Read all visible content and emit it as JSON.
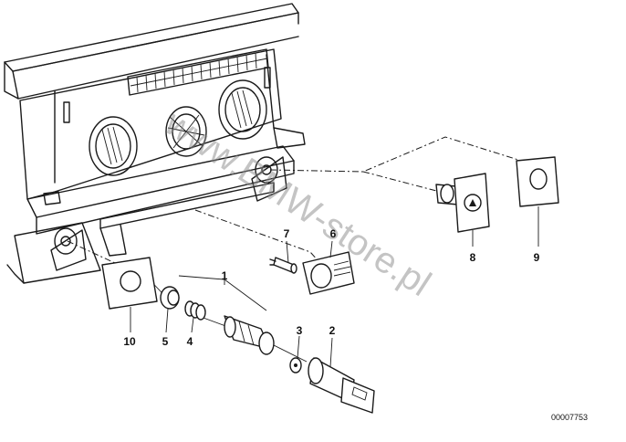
{
  "callouts": [
    {
      "id": "1",
      "text": "1"
    },
    {
      "id": "2",
      "text": "2"
    },
    {
      "id": "3",
      "text": "3"
    },
    {
      "id": "4",
      "text": "4"
    },
    {
      "id": "5",
      "text": "5"
    },
    {
      "id": "6",
      "text": "6"
    },
    {
      "id": "7",
      "text": "7"
    },
    {
      "id": "8",
      "text": "8"
    },
    {
      "id": "9",
      "text": "9"
    },
    {
      "id": "10",
      "text": "10"
    }
  ],
  "watermark": "www.BMW-store.pl",
  "reference_number": "00007753",
  "colors": {
    "line": "#1a1a1a",
    "watermark": "#8a8a8a",
    "background": "#ffffff"
  }
}
